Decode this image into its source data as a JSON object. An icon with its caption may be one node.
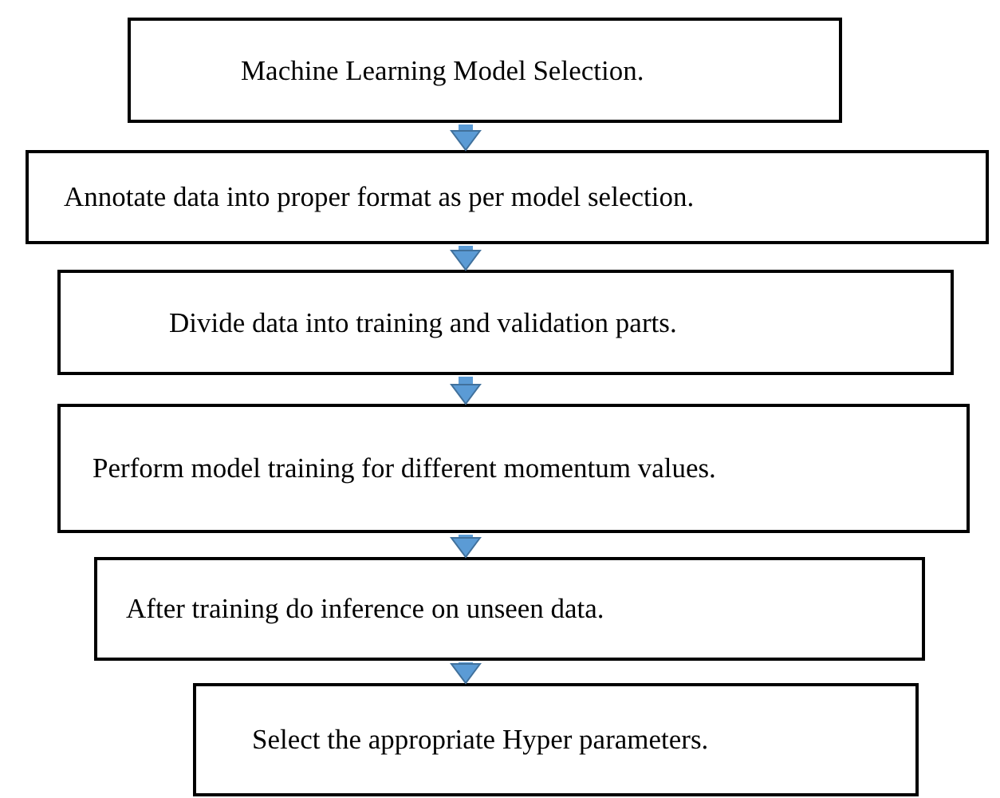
{
  "diagram": {
    "nodes": [
      {
        "text": [
          "Machine Learning Model Selection."
        ]
      },
      {
        "text": [
          "Annotate data into proper format as per model selection."
        ]
      },
      {
        "text": [
          "Divide data into training and validation parts."
        ]
      },
      {
        "text": [
          "Perform model training for different momentum values."
        ]
      },
      {
        "text": [
          "After training do inference on unseen data."
        ]
      },
      {
        "text": [
          "Select the appropriate Hyper parameters."
        ]
      }
    ],
    "edges": [
      {
        "from": 0,
        "to": 1,
        "arrow": "to"
      },
      {
        "from": 1,
        "to": 2,
        "arrow": "to"
      },
      {
        "from": 2,
        "to": 3,
        "arrow": "to"
      },
      {
        "from": 3,
        "to": 4,
        "arrow": "to"
      },
      {
        "from": 4,
        "to": 5,
        "arrow": "to"
      }
    ]
  }
}
